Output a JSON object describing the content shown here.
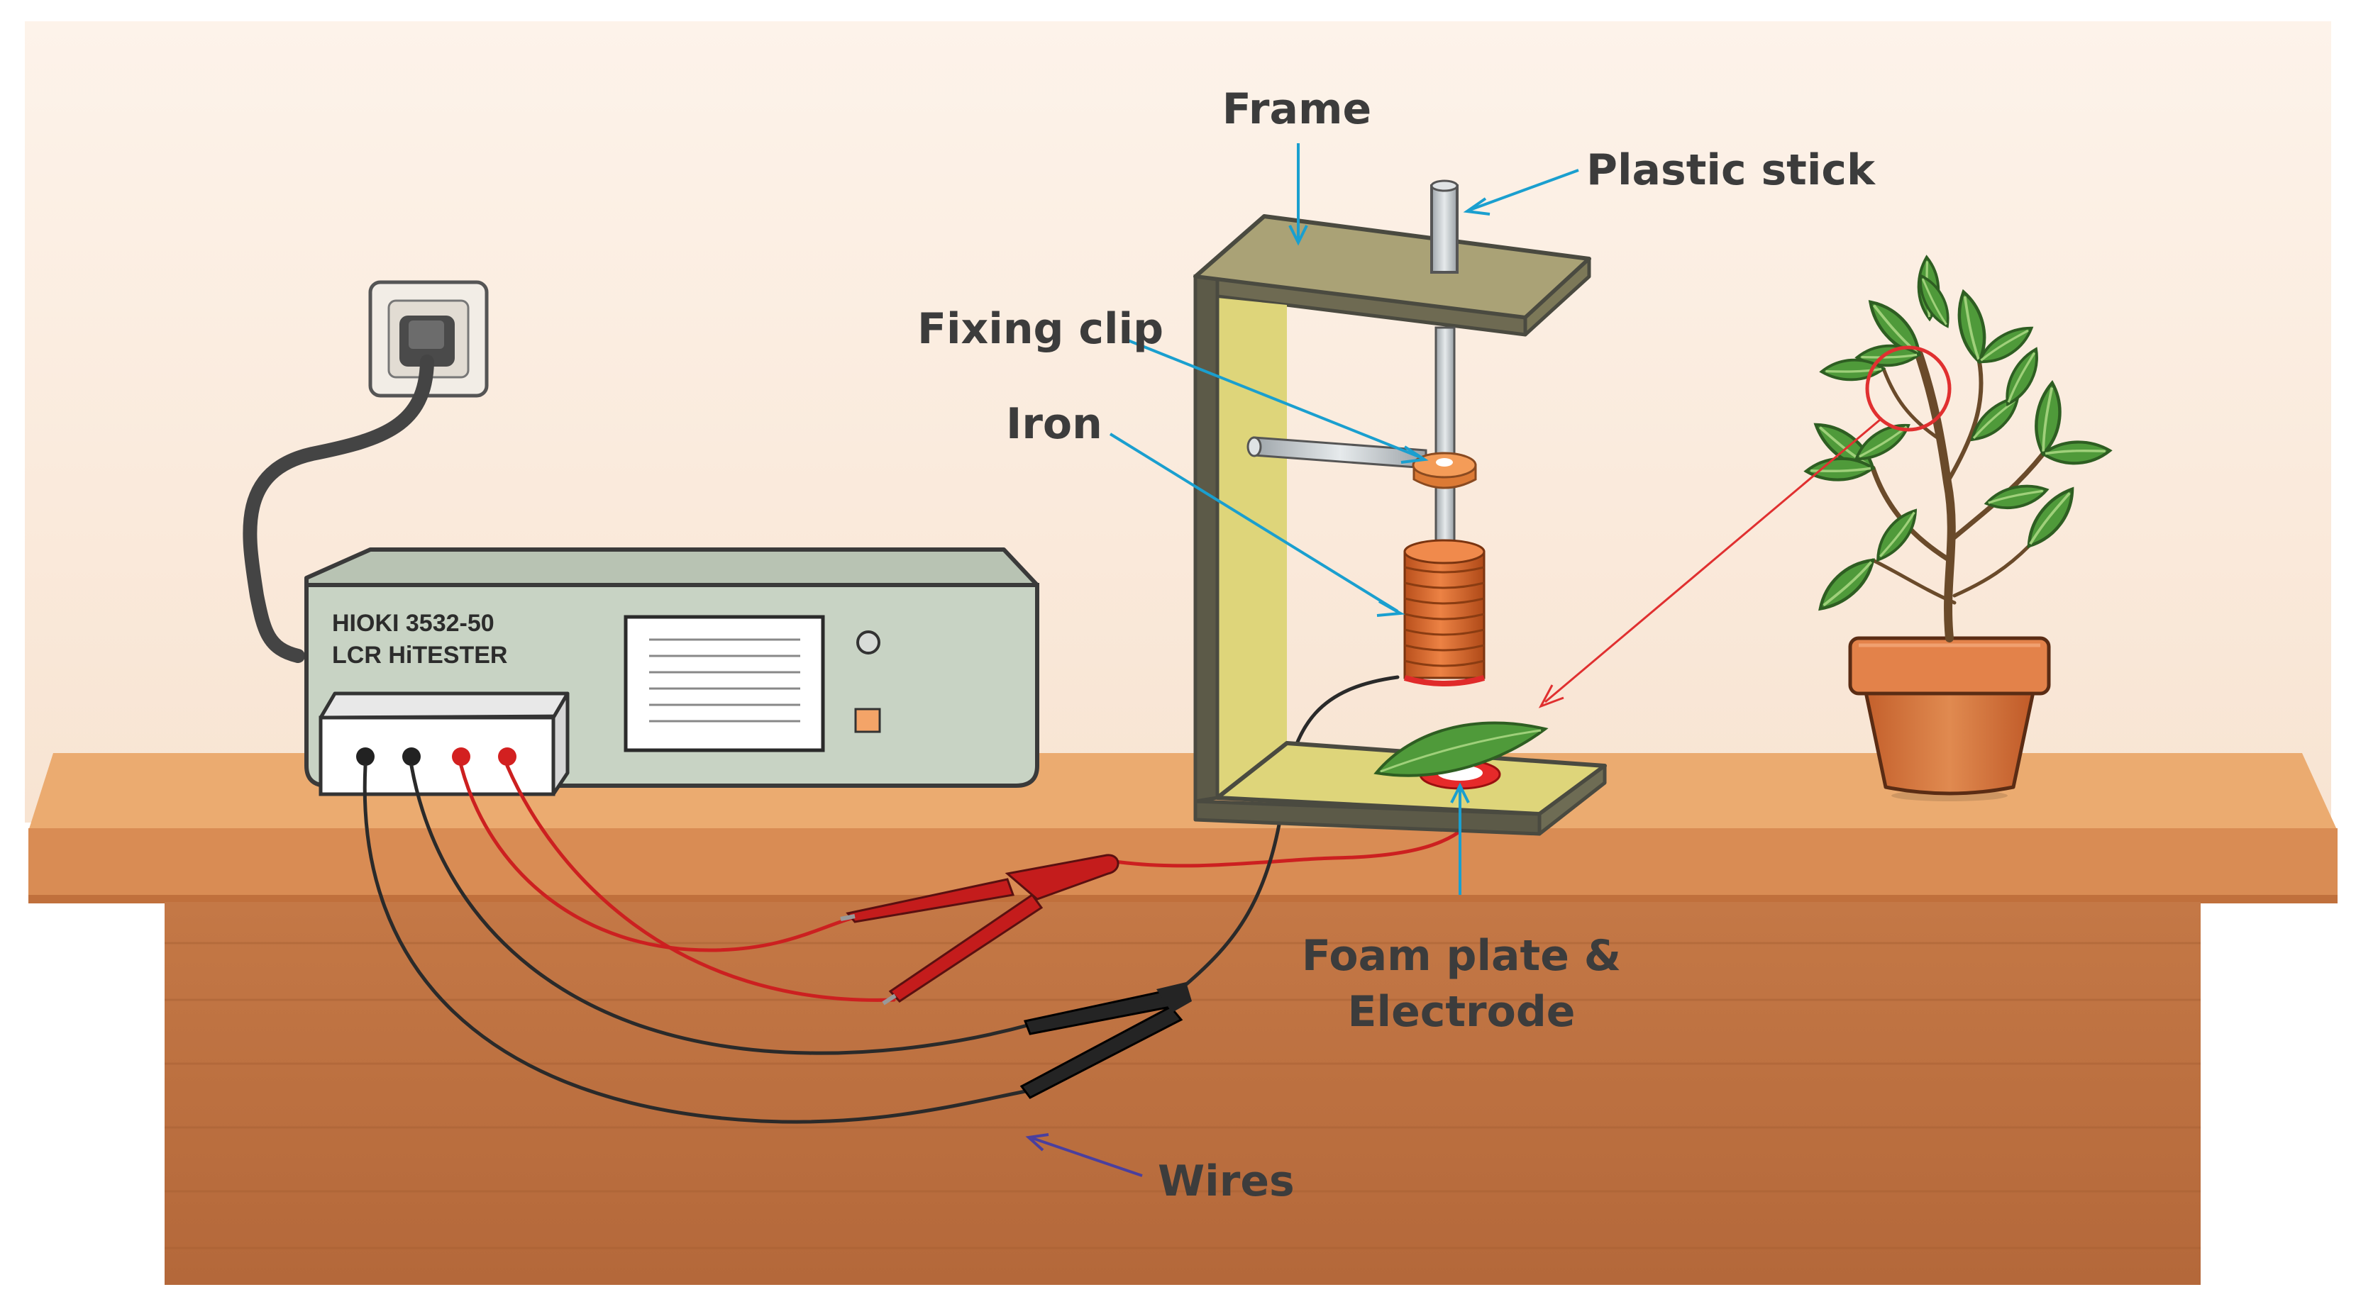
{
  "device": {
    "model": "HIOKI 3532-50",
    "name": "LCR HiTESTER"
  },
  "labels": {
    "frame": "Frame",
    "plastic_stick": "Plastic stick",
    "fixing_clip": "Fixing clip",
    "iron": "Iron",
    "foam_plate_line1": "Foam plate &",
    "foam_plate_line2": "Electrode",
    "wires": "Wires"
  },
  "colors": {
    "wall": "#fbeee2",
    "table_top": "#e9a76c",
    "table_body": "#b96c3e",
    "device_body": "#c8d3c4",
    "frame_fill": "#dcd37d",
    "frame_outline": "#4a4a40",
    "iron": "#d8682a",
    "clip": "#f0944c",
    "wire_red": "#cc2020",
    "wire_black": "#2a2a2a",
    "arrow_blue": "#1a9fcf",
    "arrow_red": "#e03030",
    "arrow_purple": "#4a3f9e",
    "pot": "#d9743e",
    "leaf": "#4f9a3a"
  },
  "icons": [
    "wall-socket-icon",
    "plug-icon",
    "plant-icon",
    "leaf-icon",
    "alligator-clip-icon"
  ]
}
